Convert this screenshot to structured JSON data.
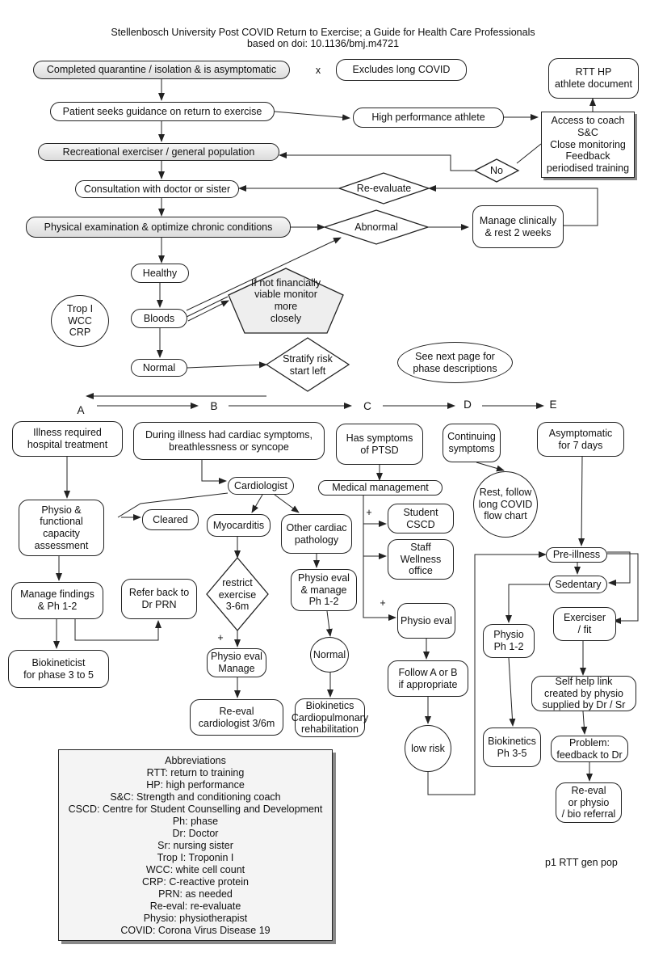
{
  "header": {
    "title_line1": "Stellenbosch University Post COVID Return to Exercise; a Guide for Health Care Professionals",
    "title_line2": "based on doi: 10.1136/bmj.m4721"
  },
  "nodes": {
    "quarantine": "Completed quarantine / isolation & is asymptomatic",
    "x_mark": "x",
    "excludes": "Excludes long COVID",
    "rtt_doc": "RTT HP\nathlete document",
    "seeks": "Patient seeks guidance on return to exercise",
    "hp_athlete": "High performance athlete",
    "coach": "Access to coach\nS&C\nClose monitoring\nFeedback\nperiodised training",
    "no": "No",
    "recreational": "Recreational exerciser / general population",
    "reevaluate": "Re-evaluate",
    "consultation": "Consultation with doctor or sister",
    "physical": "Physical examination & optimize chronic conditions",
    "abnormal": "Abnormal",
    "manage": "Manage clinically\n& rest 2 weeks",
    "healthy": "Healthy",
    "trop": "Trop I\nWCC\nCRP",
    "bloods": "Bloods",
    "financial": "If not financially\nviable monitor more\nclosely",
    "normal": "Normal",
    "stratify": "Stratify risk\nstart left",
    "see_next": "See next page for\nphase descriptions",
    "hospital": "Illness required\nhospital treatment",
    "cardiac_sym": "During illness had cardiac symptoms,\nbreathlessness or syncope",
    "ptsd": "Has symptoms\nof PTSD",
    "continuing": "Continuing\nsymptoms",
    "asymptomatic": "Asymptomatic\nfor 7 days",
    "cardiologist": "Cardiologist",
    "medical": "Medical management",
    "rest_follow": "Rest, follow\nlong COVID\nflow chart",
    "physio_func": "Physio &\nfunctional\ncapacity\nassessment",
    "cleared": "Cleared",
    "myocarditis": "Myocarditis",
    "other_cardiac": "Other cardiac\npathology",
    "student_cscd": "Student\nCSCD",
    "staff_wellness": "Staff\nWellness\noffice",
    "pre_illness": "Pre-illness",
    "sedentary": "Sedentary",
    "manage_findings": "Manage findings\n& Ph 1-2",
    "refer_back": "Refer back to\nDr PRN",
    "restrict": "restrict\nexercise\n3-6m",
    "physio_eval_manage": "Physio eval\n& manage\nPh 1-2",
    "physio_eval": "Physio eval",
    "exerciser": "Exerciser\n/ fit",
    "physio_ph12": "Physio\nPh 1-2",
    "biokineticist": "Biokineticist\nfor phase 3 to 5",
    "physio_eval_m": "Physio eval\nManage",
    "normal2": "Normal",
    "follow_ab": "Follow A or B\nif appropriate",
    "self_help": "Self help link\ncreated by physio\nsupplied by Dr / Sr",
    "reeval_cardio": "Re-eval\ncardiologist 3/6m",
    "biokinetics_cardio": "Biokinetics\nCardiopulmonary\nrehabilitation",
    "low_risk": "low risk",
    "biokinetics_ph35": "Biokinetics\nPh 3-5",
    "problem": "Problem:\nfeedback to Dr",
    "reeval_physio": "Re-eval\nor physio\n/ bio referral"
  },
  "phases": [
    "A",
    "B",
    "C",
    "D",
    "E"
  ],
  "plus_signs": [
    "+",
    "+",
    "+"
  ],
  "abbreviations": {
    "title": "Abbreviations",
    "items": [
      "RTT: return to training",
      "HP: high performance",
      "S&C: Strength and conditioning coach",
      "CSCD: Centre for Student Counselling and Development",
      "Ph: phase",
      "Dr: Doctor",
      "Sr: nursing sister",
      "Trop I: Troponin I",
      "WCC: white cell count",
      "CRP: C-reactive protein",
      "PRN: as needed",
      "Re-eval: re-evaluate",
      "Physio: physiotherapist",
      "COVID: Corona Virus Disease 19"
    ]
  },
  "footer": "p1 RTT gen pop",
  "colors": {
    "line": "#222222",
    "shadow": "#888888",
    "fill_grey": "#e6e6e6"
  }
}
